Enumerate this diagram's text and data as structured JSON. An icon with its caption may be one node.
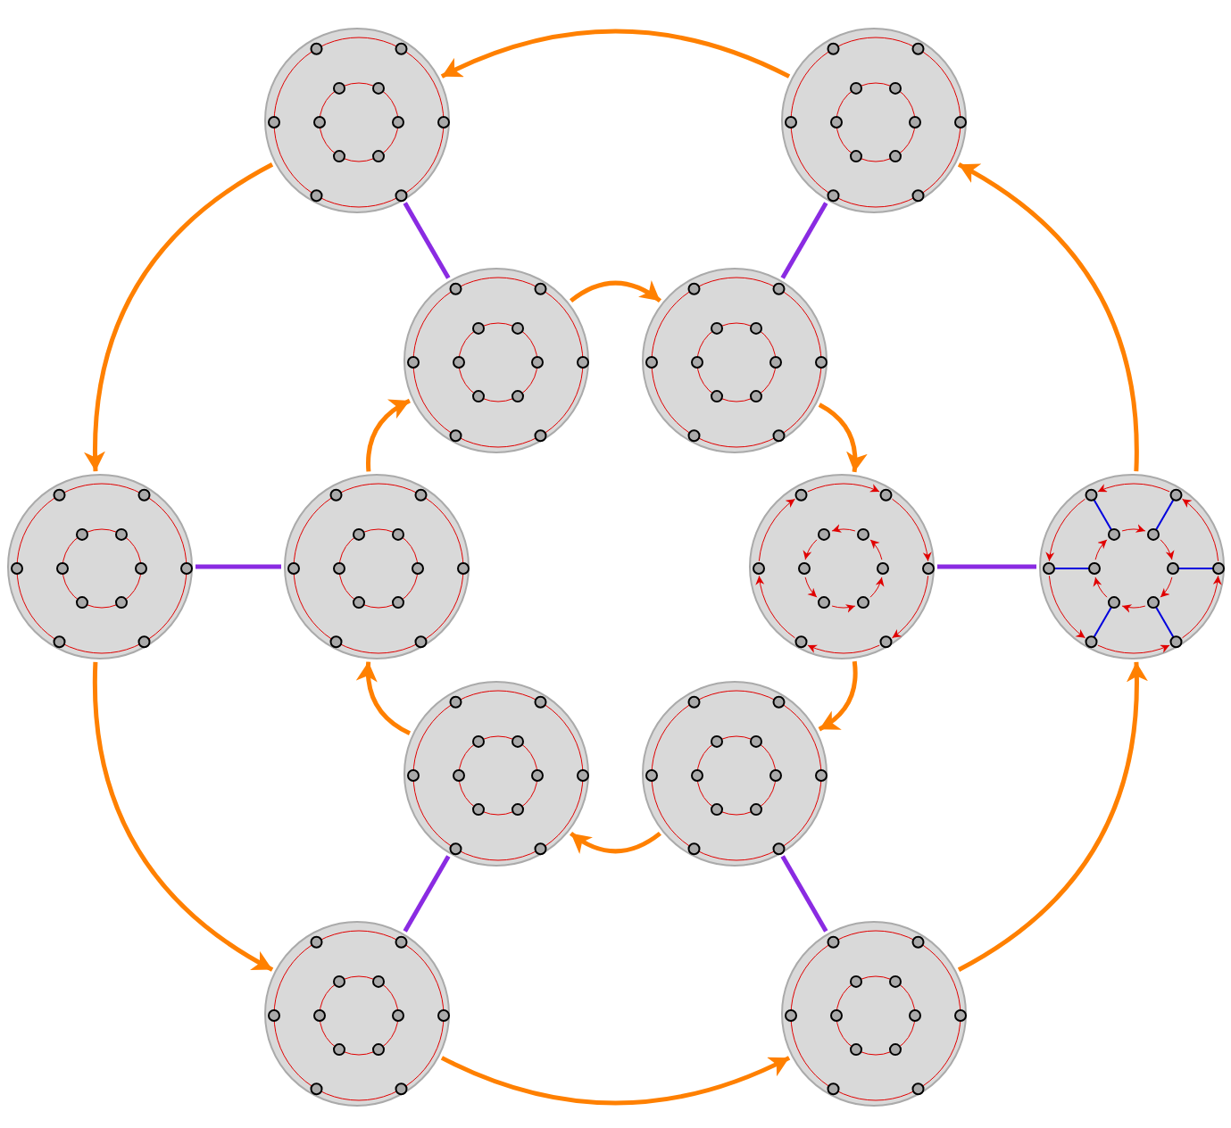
{
  "diagram": {
    "nodes": [
      {
        "text": [],
        "shape": "circle"
      },
      {
        "text": [],
        "shape": "circle"
      },
      {
        "text": [],
        "shape": "circle"
      },
      {
        "text": [],
        "shape": "circle"
      },
      {
        "text": [],
        "shape": "circle"
      },
      {
        "text": [],
        "shape": "circle"
      },
      {
        "text": [],
        "shape": "circle"
      },
      {
        "text": [],
        "shape": "circle"
      },
      {
        "text": [],
        "shape": "circle"
      },
      {
        "text": [],
        "shape": "circle"
      },
      {
        "text": [],
        "shape": "circle"
      },
      {
        "text": [],
        "shape": "circle"
      }
    ],
    "edges": [
      {
        "from": 1,
        "to": 0,
        "arrow": "to"
      },
      {
        "from": 0,
        "to": 4,
        "arrow": "to"
      },
      {
        "from": 4,
        "to": 10,
        "arrow": "to"
      },
      {
        "from": 10,
        "to": 11,
        "arrow": "to"
      },
      {
        "from": 11,
        "to": 7,
        "arrow": "to"
      },
      {
        "from": 7,
        "to": 1,
        "arrow": "to"
      },
      {
        "from": 2,
        "to": 3,
        "arrow": "to"
      },
      {
        "from": 3,
        "to": 6,
        "arrow": "to"
      },
      {
        "from": 6,
        "to": 9,
        "arrow": "to"
      },
      {
        "from": 9,
        "to": 8,
        "arrow": "to"
      },
      {
        "from": 8,
        "to": 5,
        "arrow": "to"
      },
      {
        "from": 5,
        "to": 2,
        "arrow": "to"
      },
      {
        "from": 0,
        "to": 2,
        "arrow": "none",
        "color": "#8a2be2"
      },
      {
        "from": 1,
        "to": 3,
        "arrow": "none",
        "color": "#8a2be2"
      },
      {
        "from": 4,
        "to": 5,
        "arrow": "none",
        "color": "#8a2be2"
      },
      {
        "from": 6,
        "to": 7,
        "arrow": "none",
        "color": "#8a2be2"
      },
      {
        "from": 8,
        "to": 10,
        "arrow": "none",
        "color": "#8a2be2"
      },
      {
        "from": 9,
        "to": 11,
        "arrow": "none",
        "color": "#8a2be2"
      }
    ]
  }
}
